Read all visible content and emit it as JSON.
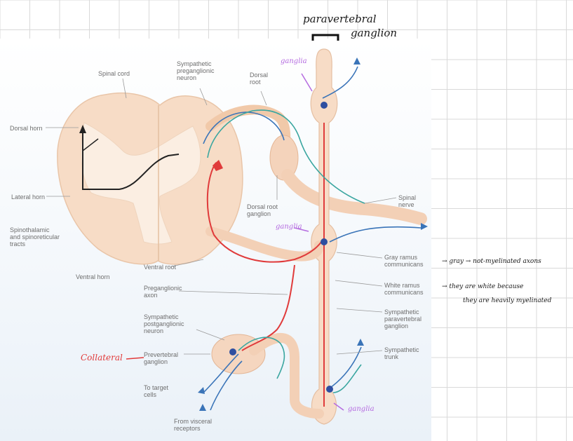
{
  "figure_labels": {
    "spinal_cord": "Spinal cord",
    "sympathetic_preganglionic_neuron": "Sympathetic\npreganglionic\nneuron",
    "dorsal_root": "Dorsal\nroot",
    "dorsal_horn": "Dorsal horn",
    "lateral_horn": "Lateral horn",
    "spinothalamic_tracts": "Spinothalamic\nand spinoreticular\ntracts",
    "ventral_horn": "Ventral horn",
    "dorsal_root_ganglion": "Dorsal root\nganglion",
    "spinal_nerve": "Spinal\nnerve",
    "ventral_root": "Ventral root",
    "preganglionic_axon": "Preganglionic\naxon",
    "sympathetic_postganglionic_neuron": "Sympathetic\npostganglionic\nneuron",
    "prevertebral_ganglion": "Prevertebral\nganglion",
    "to_target_cells": "To target\ncells",
    "from_visceral_receptors": "From visceral\nreceptors",
    "gray_ramus": "Gray ramus\ncommunicans",
    "white_ramus": "White ramus\ncommunicans",
    "sympathetic_paravertebral_ganglion": "Sympathetic\nparavertebral\nganglion",
    "sympathetic_trunk": "Sympathetic\ntrunk"
  },
  "annotations": {
    "paravertebral": "paravertebral",
    "ganglion_top": "ganglion",
    "ganglion_purple_1": "ganglia",
    "ganglion_purple_2": "ganglia",
    "ganglion_purple_3": "ganglia",
    "collateral": "Collateral",
    "gray_note": "→ gray → not-myelinated axons",
    "white_note_1": "→ they are white because",
    "white_note_2": "they are heavily myelinated"
  },
  "colors": {
    "grid_line": "#d9d9d9",
    "cord_fill": "#f7dcc6",
    "gray_matter": "#fbeee2",
    "nerve_red": "#e03b3b",
    "nerve_blue": "#3a74b8",
    "nerve_teal": "#3aa6a0",
    "annotation_purple": "#b56be0",
    "annotation_red": "#e23a3a"
  }
}
